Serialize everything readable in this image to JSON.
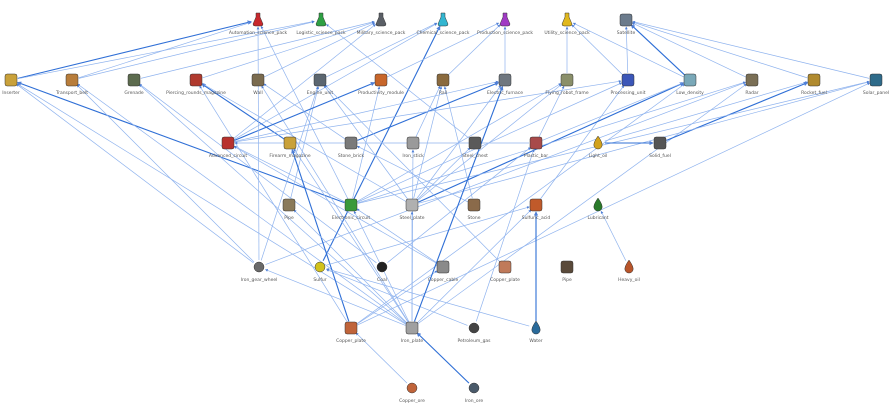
{
  "diagram": {
    "type": "technology-dependency-graph",
    "nodes": [
      {
        "id": "automation_science_pack",
        "label": "Automation_science_pack",
        "icon": "flask-red-icon",
        "color": "#c8282d"
      },
      {
        "id": "logistic_science_pack",
        "label": "Logistic_science_pack",
        "icon": "flask-green-icon",
        "color": "#2ea043"
      },
      {
        "id": "military_science_pack",
        "label": "Military_science_pack",
        "icon": "flask-gray-icon",
        "color": "#5a5f66"
      },
      {
        "id": "chemical_science_pack",
        "label": "Chemical_science_pack",
        "icon": "flask-cyan-icon",
        "color": "#33b6d1"
      },
      {
        "id": "production_science_pack",
        "label": "Production_science_pack",
        "icon": "flask-purple-icon",
        "color": "#a03ac4"
      },
      {
        "id": "utility_science_pack",
        "label": "Utility_science_pack",
        "icon": "flask-yellow-icon",
        "color": "#e0b81e"
      },
      {
        "id": "satellite",
        "label": "Satellite",
        "icon": "satellite-icon",
        "color": "#6b7b8c"
      },
      {
        "id": "inserter",
        "label": "Inserter",
        "icon": "inserter-icon",
        "color": "#c9a13a"
      },
      {
        "id": "transport_belt",
        "label": "Transport_belt",
        "icon": "belt-icon",
        "color": "#b87d3b"
      },
      {
        "id": "grenade",
        "label": "Grenade",
        "icon": "grenade-icon",
        "color": "#5c6b4e"
      },
      {
        "id": "piercing_rounds_magazine",
        "label": "Piercing_rounds_magazine",
        "icon": "magazine-icon",
        "color": "#b03a2e"
      },
      {
        "id": "wall",
        "label": "Wall",
        "icon": "wall-icon",
        "color": "#7a6b4f"
      },
      {
        "id": "engine_unit",
        "label": "Engine_unit",
        "icon": "engine-icon",
        "color": "#5b6670"
      },
      {
        "id": "productivity_module",
        "label": "Productivity_module",
        "icon": "module-icon",
        "color": "#c8662a"
      },
      {
        "id": "rail",
        "label": "Rail",
        "icon": "rail-icon",
        "color": "#8a6a3e"
      },
      {
        "id": "electric_furnace",
        "label": "Electric_furnace",
        "icon": "furnace-icon",
        "color": "#6f7780"
      },
      {
        "id": "flying_robot_frame",
        "label": "Flying_robot_frame",
        "icon": "robot-frame-icon",
        "color": "#8a8f6a"
      },
      {
        "id": "processing_unit",
        "label": "Processing_unit",
        "icon": "chip-blue-icon",
        "color": "#3b56b8"
      },
      {
        "id": "low_density",
        "label": "Low_density",
        "icon": "structure-icon",
        "color": "#7aa8b8"
      },
      {
        "id": "radar",
        "label": "Radar",
        "icon": "radar-icon",
        "color": "#7a6f55"
      },
      {
        "id": "rocket_fuel",
        "label": "Rocket_fuel",
        "icon": "rocket-fuel-icon",
        "color": "#b08a2e"
      },
      {
        "id": "solar_panel",
        "label": "Solar_panel",
        "icon": "solar-panel-icon",
        "color": "#2f6b8a"
      },
      {
        "id": "advanced_circuit",
        "label": "Advanced_circuit",
        "icon": "chip-red-icon",
        "color": "#b8322e"
      },
      {
        "id": "firearm_magazine",
        "label": "Firearm_magazine",
        "icon": "magazine-yellow-icon",
        "color": "#c9a13a"
      },
      {
        "id": "stone_brick",
        "label": "Stone_brick",
        "icon": "brick-icon",
        "color": "#7a7a7a"
      },
      {
        "id": "iron_stick",
        "label": "Iron_stick",
        "icon": "stick-icon",
        "color": "#9a9a9a"
      },
      {
        "id": "steel_chest",
        "label": "Steel_chest",
        "icon": "chest-icon",
        "color": "#5a5a5a"
      },
      {
        "id": "plastic_bar",
        "label": "Plastic_bar",
        "icon": "plastic-icon",
        "color": "#a84a4a"
      },
      {
        "id": "light_oil",
        "label": "Light_oil",
        "icon": "drop-yellow-icon",
        "color": "#d2a21c"
      },
      {
        "id": "solid_fuel",
        "label": "Solid_fuel",
        "icon": "fuel-block-icon",
        "color": "#555555"
      },
      {
        "id": "pipe",
        "label": "Pipe",
        "icon": "pipe-icon",
        "color": "#8a7a5a"
      },
      {
        "id": "electronic_circuit",
        "label": "Electronic_circuit",
        "icon": "chip-green-icon",
        "color": "#3a9a3a"
      },
      {
        "id": "steel_plate",
        "label": "Steel_plate",
        "icon": "plate-icon",
        "color": "#b0b0b0"
      },
      {
        "id": "stone",
        "label": "Stone",
        "icon": "stone-icon",
        "color": "#8a6a4a"
      },
      {
        "id": "sulfur_acid",
        "label": "Sulfuric_acid",
        "icon": "acid-icon",
        "color": "#c05a2a"
      },
      {
        "id": "lubricant",
        "label": "Lubricant",
        "icon": "drop-green-icon",
        "color": "#2a7a2a"
      },
      {
        "id": "iron_gear_wheel",
        "label": "Iron_gear_wheel",
        "icon": "gear-icon",
        "color": "#6a6a6a"
      },
      {
        "id": "sulfur",
        "label": "Sulfur",
        "icon": "sulfur-icon",
        "color": "#d2c21c"
      },
      {
        "id": "coal",
        "label": "Coal",
        "icon": "coal-icon",
        "color": "#222222"
      },
      {
        "id": "iron_plate_b",
        "label": "Copper_cable",
        "icon": "cable-icon",
        "color": "#8a8a8a"
      },
      {
        "id": "copper_cable",
        "label": "Copper_plate",
        "icon": "copper-coil-icon",
        "color": "#c07a5a"
      },
      {
        "id": "pipe2",
        "label": "Pipe",
        "icon": "pipe-dark-icon",
        "color": "#5a4a3a"
      },
      {
        "id": "heavy_oil",
        "label": "Heavy_oil",
        "icon": "drop-orange-icon",
        "color": "#b8552a"
      },
      {
        "id": "copper_plate",
        "label": "Copper_plate",
        "icon": "copper-plate-icon",
        "color": "#c0643a"
      },
      {
        "id": "iron_plate",
        "label": "Iron_plate",
        "icon": "iron-plate-icon",
        "color": "#a0a0a0"
      },
      {
        "id": "petroleum_gas",
        "label": "Petroleum_gas",
        "icon": "gas-icon",
        "color": "#444444"
      },
      {
        "id": "water",
        "label": "Water",
        "icon": "drop-blue-icon",
        "color": "#2a6a9a"
      },
      {
        "id": "copper_ore",
        "label": "Copper_ore",
        "icon": "copper-ore-icon",
        "color": "#c0643a"
      },
      {
        "id": "iron_ore",
        "label": "Iron_ore",
        "icon": "iron-ore-icon",
        "color": "#4a5a6a"
      }
    ],
    "edges": [
      [
        "inserter",
        "automation_science_pack"
      ],
      [
        "transport_belt",
        "automation_science_pack"
      ],
      [
        "grenade",
        "military_science_pack"
      ],
      [
        "piercing_rounds_magazine",
        "military_science_pack"
      ],
      [
        "wall",
        "military_science_pack"
      ],
      [
        "engine_unit",
        "chemical_science_pack"
      ],
      [
        "advanced_circuit",
        "chemical_science_pack"
      ],
      [
        "sulfur",
        "chemical_science_pack"
      ],
      [
        "productivity_module",
        "production_science_pack"
      ],
      [
        "rail",
        "production_science_pack"
      ],
      [
        "electric_furnace",
        "production_science_pack"
      ],
      [
        "flying_robot_frame",
        "utility_science_pack"
      ],
      [
        "processing_unit",
        "utility_science_pack"
      ],
      [
        "low_density",
        "utility_science_pack"
      ],
      [
        "low_density",
        "satellite"
      ],
      [
        "radar",
        "satellite"
      ],
      [
        "rocket_fuel",
        "satellite"
      ],
      [
        "solar_panel",
        "satellite"
      ],
      [
        "processing_unit",
        "satellite"
      ],
      [
        "inserter",
        "logistic_science_pack"
      ],
      [
        "transport_belt",
        "logistic_science_pack"
      ],
      [
        "electronic_circuit",
        "inserter"
      ],
      [
        "iron_gear_wheel",
        "inserter"
      ],
      [
        "iron_plate",
        "inserter"
      ],
      [
        "iron_gear_wheel",
        "transport_belt"
      ],
      [
        "iron_plate",
        "transport_belt"
      ],
      [
        "coal",
        "grenade"
      ],
      [
        "iron_plate",
        "grenade"
      ],
      [
        "firearm_magazine",
        "piercing_rounds_magazine"
      ],
      [
        "steel_plate",
        "piercing_rounds_magazine"
      ],
      [
        "copper_plate",
        "piercing_rounds_magazine"
      ],
      [
        "stone_brick",
        "wall"
      ],
      [
        "steel_plate",
        "engine_unit"
      ],
      [
        "iron_gear_wheel",
        "engine_unit"
      ],
      [
        "pipe",
        "engine_unit"
      ],
      [
        "advanced_circuit",
        "productivity_module"
      ],
      [
        "electronic_circuit",
        "productivity_module"
      ],
      [
        "iron_stick",
        "rail"
      ],
      [
        "steel_plate",
        "rail"
      ],
      [
        "stone",
        "rail"
      ],
      [
        "advanced_circuit",
        "electric_furnace"
      ],
      [
        "steel_plate",
        "electric_furnace"
      ],
      [
        "stone_brick",
        "electric_furnace"
      ],
      [
        "electronic_circuit",
        "flying_robot_frame"
      ],
      [
        "steel_plate",
        "flying_robot_frame"
      ],
      [
        "plastic_bar",
        "flying_robot_frame"
      ],
      [
        "advanced_circuit",
        "processing_unit"
      ],
      [
        "electronic_circuit",
        "processing_unit"
      ],
      [
        "sulfur_acid",
        "processing_unit"
      ],
      [
        "steel_plate",
        "low_density"
      ],
      [
        "plastic_bar",
        "low_density"
      ],
      [
        "copper_plate",
        "low_density"
      ],
      [
        "electronic_circuit",
        "radar"
      ],
      [
        "iron_gear_wheel",
        "radar"
      ],
      [
        "iron_plate",
        "radar"
      ],
      [
        "light_oil",
        "rocket_fuel"
      ],
      [
        "solid_fuel",
        "rocket_fuel"
      ],
      [
        "electronic_circuit",
        "solar_panel"
      ],
      [
        "steel_plate",
        "solar_panel"
      ],
      [
        "copper_plate",
        "solar_panel"
      ],
      [
        "electronic_circuit",
        "advanced_circuit"
      ],
      [
        "plastic_bar",
        "advanced_circuit"
      ],
      [
        "iron_plate_b",
        "advanced_circuit"
      ],
      [
        "copper_plate",
        "firearm_magazine"
      ],
      [
        "iron_plate",
        "firearm_magazine"
      ],
      [
        "stone",
        "stone_brick"
      ],
      [
        "iron_plate",
        "iron_stick"
      ],
      [
        "steel_plate",
        "steel_chest"
      ],
      [
        "coal",
        "plastic_bar"
      ],
      [
        "petroleum_gas",
        "plastic_bar"
      ],
      [
        "light_oil",
        "solid_fuel"
      ],
      [
        "iron_plate",
        "pipe"
      ],
      [
        "iron_plate_b",
        "electronic_circuit"
      ],
      [
        "iron_plate",
        "electronic_circuit"
      ],
      [
        "iron_plate",
        "steel_plate"
      ],
      [
        "iron_plate",
        "sulfur_acid"
      ],
      [
        "sulfur",
        "sulfur_acid"
      ],
      [
        "water",
        "sulfur_acid"
      ],
      [
        "heavy_oil",
        "lubricant"
      ],
      [
        "iron_plate",
        "iron_gear_wheel"
      ],
      [
        "petroleum_gas",
        "sulfur"
      ],
      [
        "water",
        "sulfur"
      ],
      [
        "copper_plate",
        "iron_plate_b"
      ],
      [
        "copper_ore",
        "copper_plate"
      ],
      [
        "iron_ore",
        "iron_plate"
      ],
      [
        "electronic_circuit",
        "automation_science_pack"
      ],
      [
        "iron_gear_wheel",
        "automation_science_pack"
      ],
      [
        "steel_chest",
        "logistic_science_pack"
      ],
      [
        "advanced_circuit",
        "military_science_pack"
      ],
      [
        "iron_plate",
        "wall"
      ],
      [
        "copper_cable",
        "engine_unit"
      ],
      [
        "iron_plate",
        "electric_furnace"
      ]
    ]
  }
}
